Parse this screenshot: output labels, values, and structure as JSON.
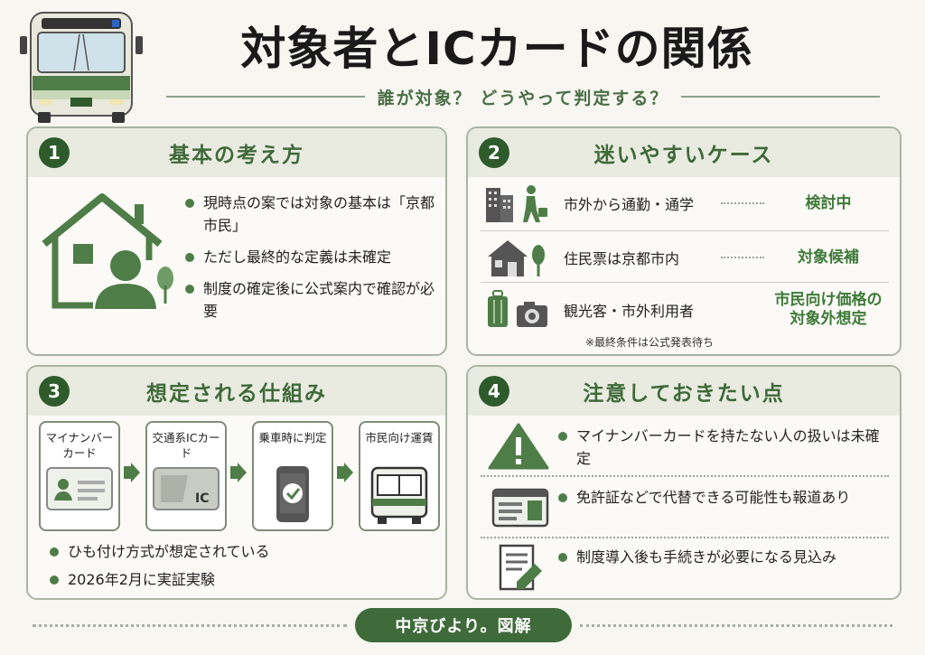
{
  "header": {
    "title": "対象者とICカードの関係",
    "subtitle": "誰が対象？ どうやって判定する？"
  },
  "panel1": {
    "number": "1",
    "title": "基本の考え方",
    "bullets": [
      "現時点の案では対象の基本は「京都市民」",
      "ただし最終的な定義は未確定",
      "制度の確定後に公式案内で確認が必要"
    ]
  },
  "panel2": {
    "number": "2",
    "title": "迷いやすいケース",
    "cases": [
      {
        "label": "市外から通勤・通学",
        "status": "検討中",
        "icon": "commuter-icon"
      },
      {
        "label": "住民票は京都市内",
        "status": "対象候補",
        "icon": "house-icon"
      },
      {
        "label": "観光客・市外利用者",
        "status": "市民向け価格の対象外想定",
        "icon": "luggage-camera-icon"
      }
    ],
    "note": "※最終条件は公式発表待ち"
  },
  "panel3": {
    "number": "3",
    "title": "想定される仕組み",
    "steps": [
      {
        "label": "マイナンバーカード",
        "icon": "id-card-icon"
      },
      {
        "label": "交通系ICカード",
        "icon": "ic-card-icon",
        "card_text": "IC"
      },
      {
        "label": "乗車時に判定",
        "icon": "phone-check-icon"
      },
      {
        "label": "市民向け運賃",
        "icon": "bus-icon"
      }
    ],
    "bullets": [
      "ひも付け方式が想定されている",
      "2026年2月に実証実験"
    ]
  },
  "panel4": {
    "number": "4",
    "title": "注意しておきたい点",
    "items": [
      {
        "text": "マイナンバーカードを持たない人の扱いは未確定",
        "icon": "warning-icon"
      },
      {
        "text": "免許証などで代替できる可能性も報道あり",
        "icon": "license-icon"
      },
      {
        "text": "制度導入後も手続きが必要になる見込み",
        "icon": "document-edit-icon"
      }
    ]
  },
  "footer": {
    "badge": "中京びより。図解"
  },
  "colors": {
    "accent": "#3f6a39",
    "number_badge": "#2f5b2c",
    "panel_head": "#e9ebe1",
    "panel_border": "#a9b5a3",
    "status_green": "#3f7a3a"
  }
}
